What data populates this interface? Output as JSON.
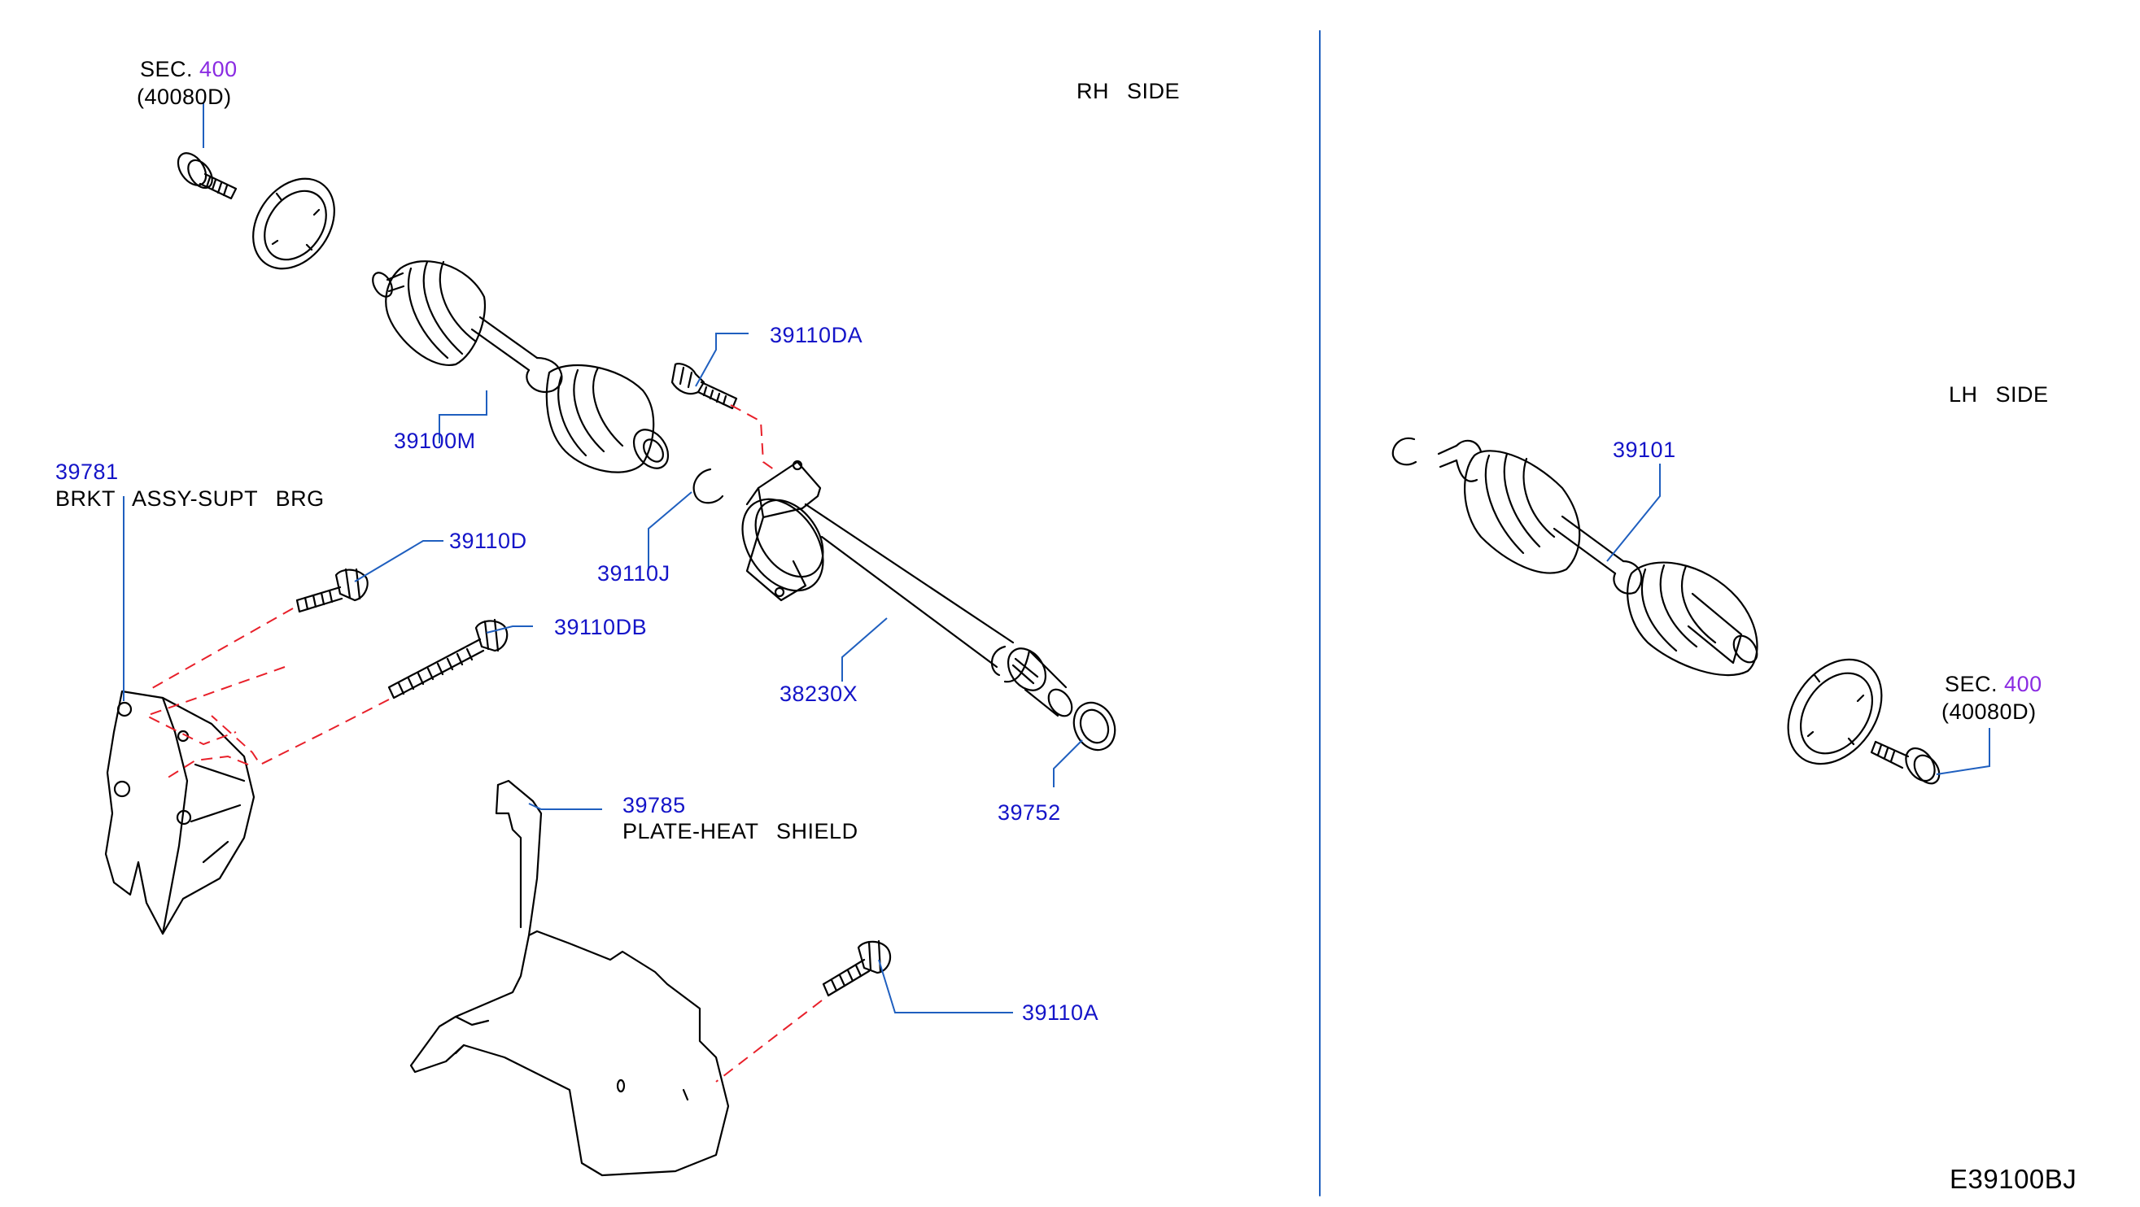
{
  "header": {
    "rh_side": "RH SIDE",
    "lh_side": "LH SIDE"
  },
  "parts": {
    "sec_rh": {
      "prefix": "SEC.",
      "number": "400",
      "sub": "(40080D)"
    },
    "sec_lh": {
      "prefix": "SEC.",
      "number": "400",
      "sub": "(40080D)"
    },
    "p39100M": "39100M",
    "p39110DA": "39110DA",
    "p39781": "39781",
    "p39781_name": "BRKT ASSY-SUPT BRG",
    "p39110D": "39110D",
    "p39110J": "39110J",
    "p39110DB": "39110DB",
    "p38230X": "38230X",
    "p39752": "39752",
    "p39785": "39785",
    "p39785_name": "PLATE-HEAT SHIELD",
    "p39110A": "39110A",
    "p39101": "39101"
  },
  "footer": {
    "diagram_code": "E39100BJ"
  },
  "colors": {
    "part_number": "#1414c8",
    "section_ref": "#8a2be2",
    "leader": "#1f5fbf",
    "assembly_dash": "#e8202a",
    "outline": "#000000"
  }
}
